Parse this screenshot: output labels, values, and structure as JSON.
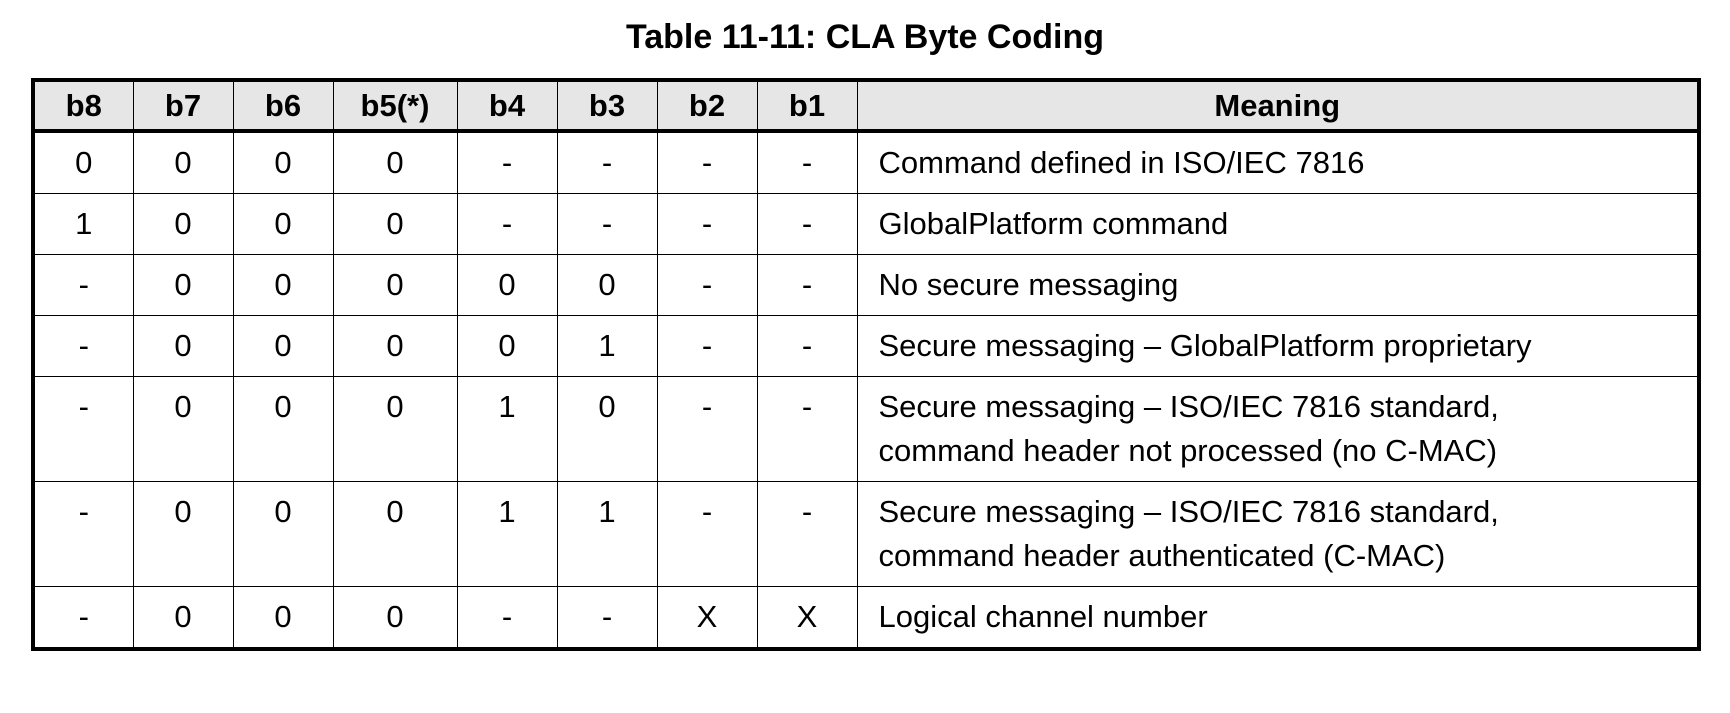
{
  "table": {
    "caption": "Table 11-11:  CLA Byte Coding",
    "headers": [
      "b8",
      "b7",
      "b6",
      "b5(*)",
      "b4",
      "b3",
      "b2",
      "b1",
      "Meaning"
    ],
    "rows": [
      {
        "bits": [
          "0",
          "0",
          "0",
          "0",
          "-",
          "-",
          "-",
          "-"
        ],
        "meaning": [
          "Command defined in ISO/IEC 7816"
        ]
      },
      {
        "bits": [
          "1",
          "0",
          "0",
          "0",
          "-",
          "-",
          "-",
          "-"
        ],
        "meaning": [
          "GlobalPlatform command"
        ]
      },
      {
        "bits": [
          "-",
          "0",
          "0",
          "0",
          "0",
          "0",
          "-",
          "-"
        ],
        "meaning": [
          "No secure messaging"
        ]
      },
      {
        "bits": [
          "-",
          "0",
          "0",
          "0",
          "0",
          "1",
          "-",
          "-"
        ],
        "meaning": [
          "Secure messaging – GlobalPlatform proprietary"
        ]
      },
      {
        "bits": [
          "-",
          "0",
          "0",
          "0",
          "1",
          "0",
          "-",
          "-"
        ],
        "meaning": [
          "Secure messaging – ISO/IEC 7816 standard,",
          "command header not processed (no C-MAC)"
        ]
      },
      {
        "bits": [
          "-",
          "0",
          "0",
          "0",
          "1",
          "1",
          "-",
          "-"
        ],
        "meaning": [
          "Secure messaging – ISO/IEC 7816 standard,",
          "command header authenticated (C-MAC)"
        ]
      },
      {
        "bits": [
          "-",
          "0",
          "0",
          "0",
          "-",
          "-",
          "X",
          "X"
        ],
        "meaning": [
          "Logical channel number"
        ]
      }
    ]
  }
}
